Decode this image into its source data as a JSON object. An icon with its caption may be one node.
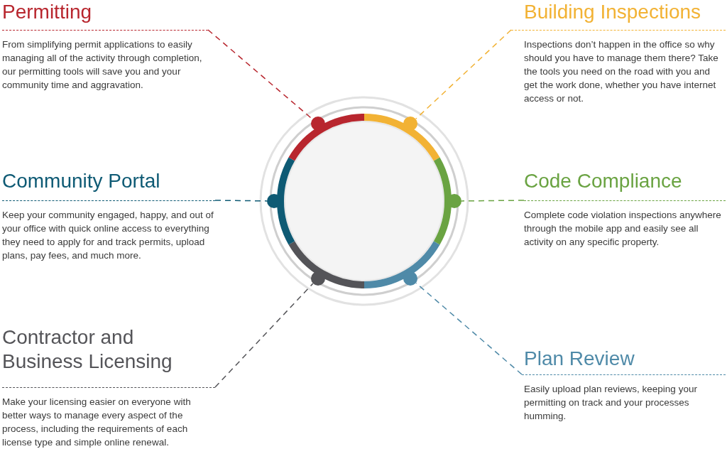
{
  "diagram": {
    "nodes": [
      {
        "text": [
          "Permitting",
          "From simplifying permit applications to easily managing all of the activity through completion, our permitting tools will save you and your community time and aggravation."
        ]
      },
      {
        "text": [
          "Building Inspections",
          "Inspections don’t happen in the office so why should you have to manage them there? Take the tools you need on the road with you and get the work done, whether you have internet access or not."
        ]
      },
      {
        "text": [
          "Community Portal",
          "Keep your community engaged, happy, and out of your office with quick online access to everything they need to apply for and track permits, upload plans, pay fees, and much more."
        ]
      },
      {
        "text": [
          "Code Compliance",
          "Complete code violation inspections anywhere through the mobile app and easily see all activity on any specific property."
        ]
      },
      {
        "text": [
          "Contractor and Business Licensing",
          "Make your licensing easier on everyone with better ways to manage every aspect of the process, including the requirements of each license type and simple online renewal."
        ]
      },
      {
        "text": [
          "Plan Review",
          "Easily upload plan reviews, keeping your permitting on track and your processes humming."
        ]
      },
      {
        "text": [],
        "shape": "circle"
      },
      {
        "text": [],
        "shape": "circle"
      },
      {
        "text": [],
        "shape": "circle"
      },
      {
        "text": [],
        "shape": "circle"
      },
      {
        "text": [],
        "shape": "circle"
      },
      {
        "text": [],
        "shape": "circle"
      }
    ],
    "edges": [
      {
        "from": 0,
        "to": 6,
        "arrow": "none",
        "style": "dashed",
        "color": "#b8262e"
      },
      {
        "from": 1,
        "to": 7,
        "arrow": "none",
        "style": "dashed",
        "color": "#f2b234"
      },
      {
        "from": 2,
        "to": 8,
        "arrow": "none",
        "style": "dashed",
        "color": "#0e5a74"
      },
      {
        "from": 3,
        "to": 9,
        "arrow": "none",
        "style": "dashed",
        "color": "#6aa342"
      },
      {
        "from": 4,
        "to": 10,
        "arrow": "none",
        "style": "dashed",
        "color": "#545458"
      },
      {
        "from": 5,
        "to": 11,
        "arrow": "none",
        "style": "dashed",
        "color": "#4f8aa8"
      }
    ]
  }
}
